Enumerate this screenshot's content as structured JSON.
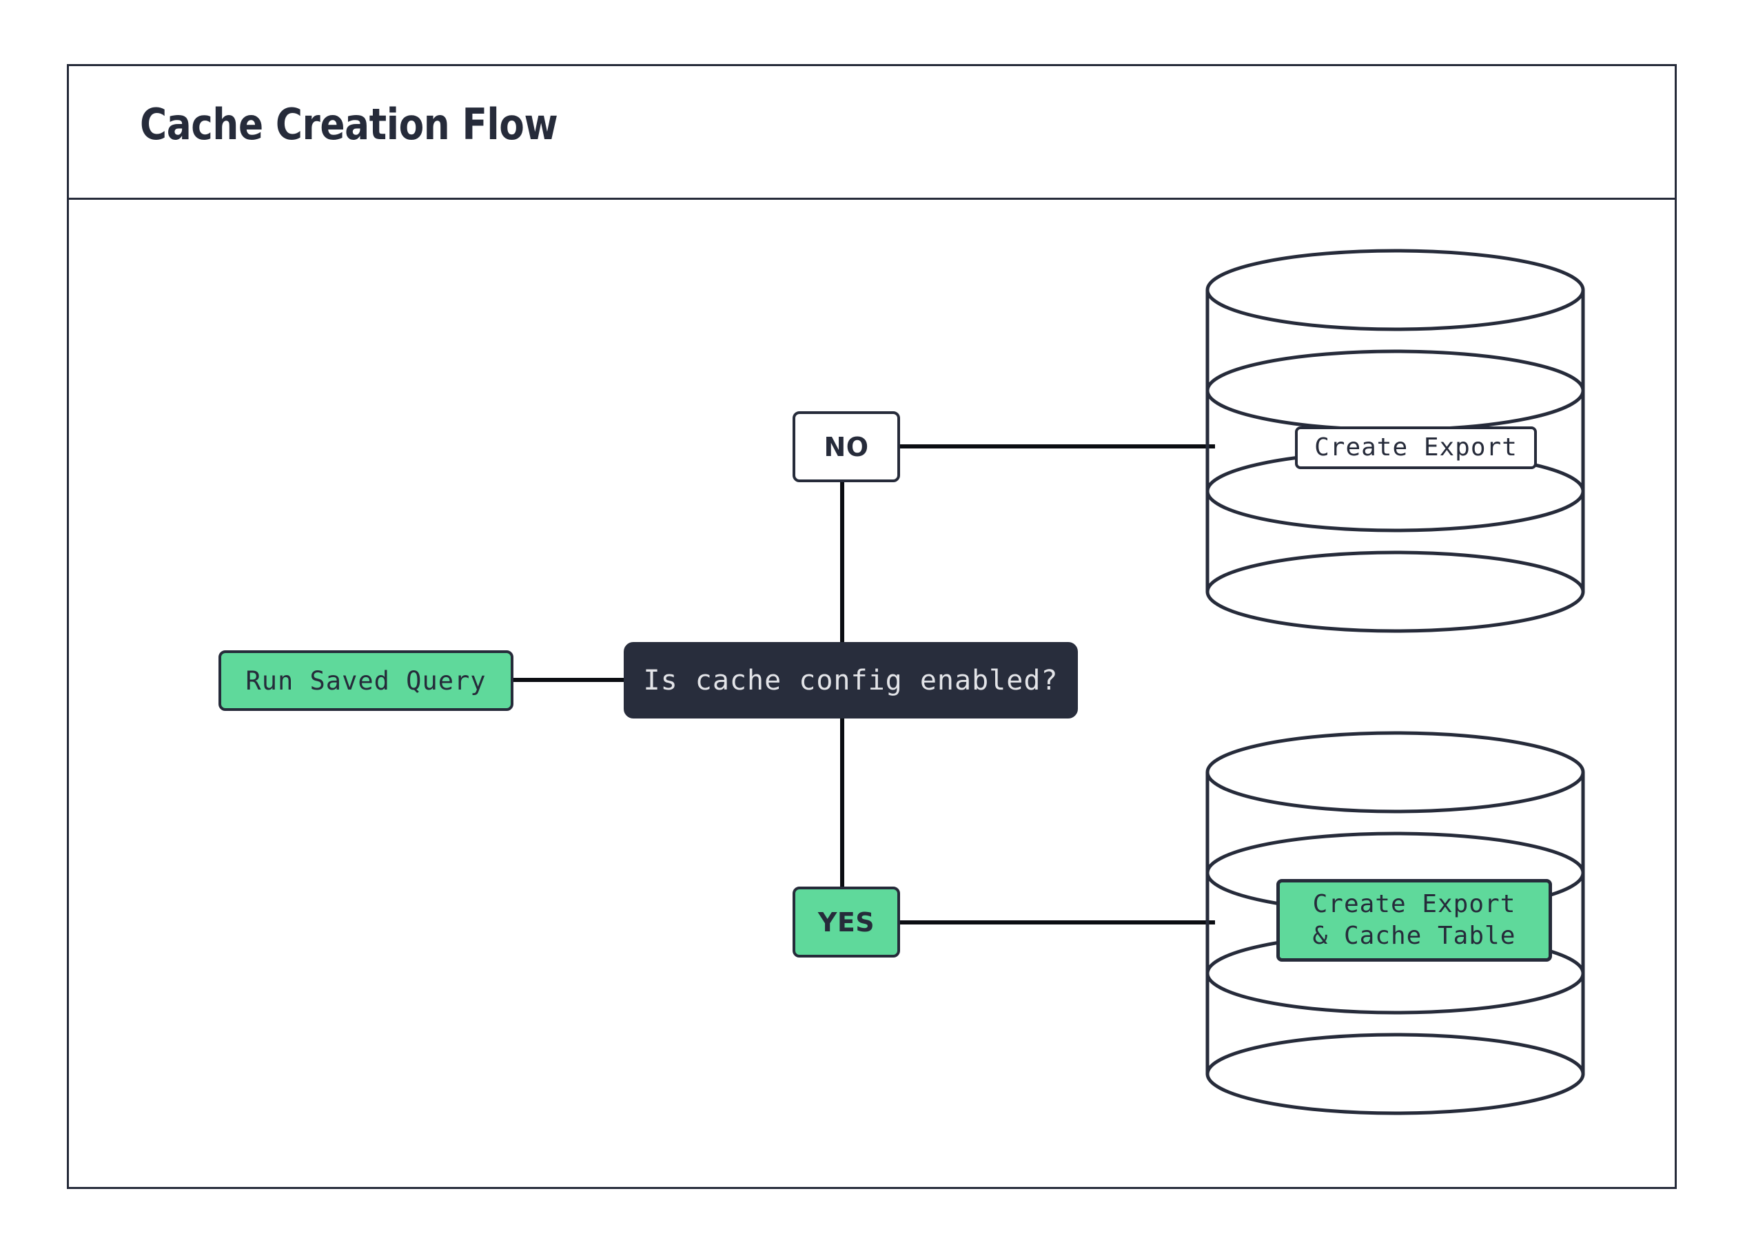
{
  "diagram": {
    "title": "Cache Creation Flow",
    "type": "flowchart",
    "nodes": [
      {
        "id": "run-saved-query",
        "label": "Run Saved Query",
        "shape": "rounded-rect",
        "fill": "#5FD99B",
        "text_color": "#262B3A",
        "font": "mono"
      },
      {
        "id": "decision",
        "label": "Is cache config enabled?",
        "shape": "rounded-rect",
        "fill": "#282D3C",
        "text_color": "#E3E4E8",
        "font": "mono"
      },
      {
        "id": "branch-no",
        "label": "NO",
        "shape": "rounded-rect",
        "fill": "#FFFFFF",
        "text_color": "#262B3A",
        "font": "sans-bold"
      },
      {
        "id": "branch-yes",
        "label": "YES",
        "shape": "rounded-rect",
        "fill": "#5FD99B",
        "text_color": "#262B3A",
        "font": "sans-bold"
      },
      {
        "id": "database-top",
        "label": "Create Export",
        "shape": "cylinder",
        "fill": "#FFFFFF",
        "text_color": "#262B3A",
        "font": "mono"
      },
      {
        "id": "database-bottom",
        "label": "Create Export\n& Cache Table",
        "label_line1": "Create Export",
        "label_line2": "& Cache Table",
        "shape": "cylinder",
        "fill": "#5FD99B",
        "text_color": "#262B3A",
        "font": "mono"
      }
    ],
    "edges": [
      {
        "from": "run-saved-query",
        "to": "decision"
      },
      {
        "from": "decision",
        "to": "branch-no"
      },
      {
        "from": "decision",
        "to": "branch-yes"
      },
      {
        "from": "branch-no",
        "to": "database-top"
      },
      {
        "from": "branch-yes",
        "to": "database-bottom"
      }
    ],
    "colors": {
      "accent_green": "#5FD99B",
      "dark_navy": "#262B3A",
      "decision_fill": "#282D3C",
      "stroke": "#262B3A",
      "background": "#FFFFFF"
    }
  }
}
